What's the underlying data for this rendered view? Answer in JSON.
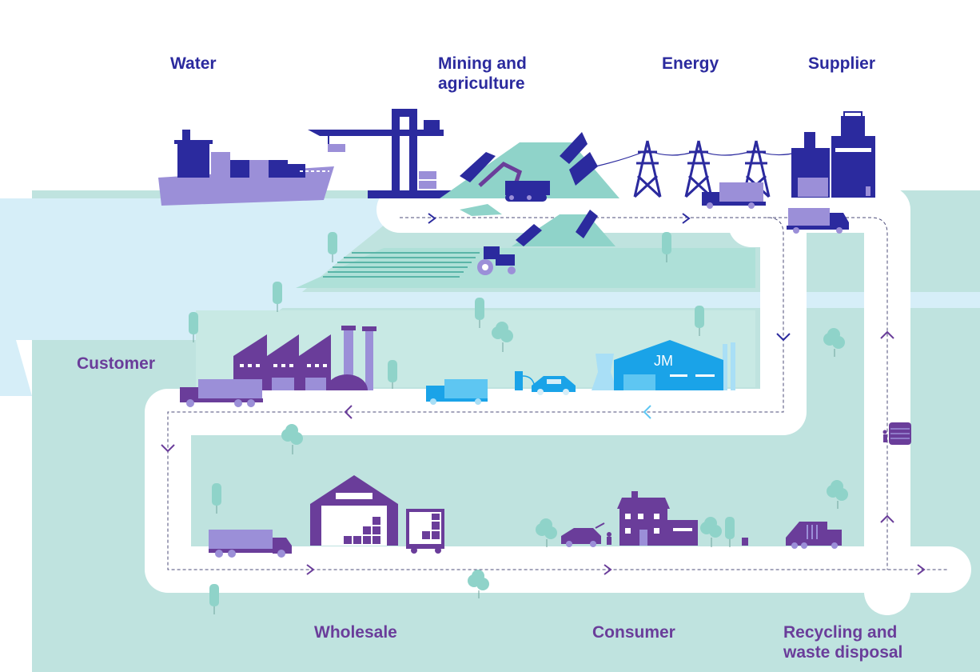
{
  "labels": {
    "water": "Water",
    "mining_line1": "Mining and",
    "mining_line2": "agriculture",
    "energy": "Energy",
    "supplier": "Supplier",
    "customer": "Customer",
    "wholesale": "Wholesale",
    "consumer": "Consumer",
    "recycling_line1": "Recycling and",
    "recycling_line2": "waste disposal"
  },
  "brand": {
    "text": "JM"
  },
  "colors": {
    "navy": "#2b2a9e",
    "purple": "#6a3d9a",
    "lavender": "#9b8fd8",
    "teal": "#8fd3c9",
    "light_teal": "#bfe3df",
    "water_blue": "#d6eef8",
    "sky_blue": "#5ec6f2",
    "road": "#ffffff"
  },
  "icons": [
    "cargo-ship-icon",
    "crane-icon",
    "mountain-icon",
    "excavator-icon",
    "tractor-icon",
    "pylon-icon",
    "truck-icon",
    "factory-icon",
    "jm-building-icon",
    "car-icon",
    "charging-station-icon",
    "warehouse-icon",
    "house-icon",
    "garbage-truck-icon",
    "recycling-bin-icon",
    "tree-icon"
  ]
}
